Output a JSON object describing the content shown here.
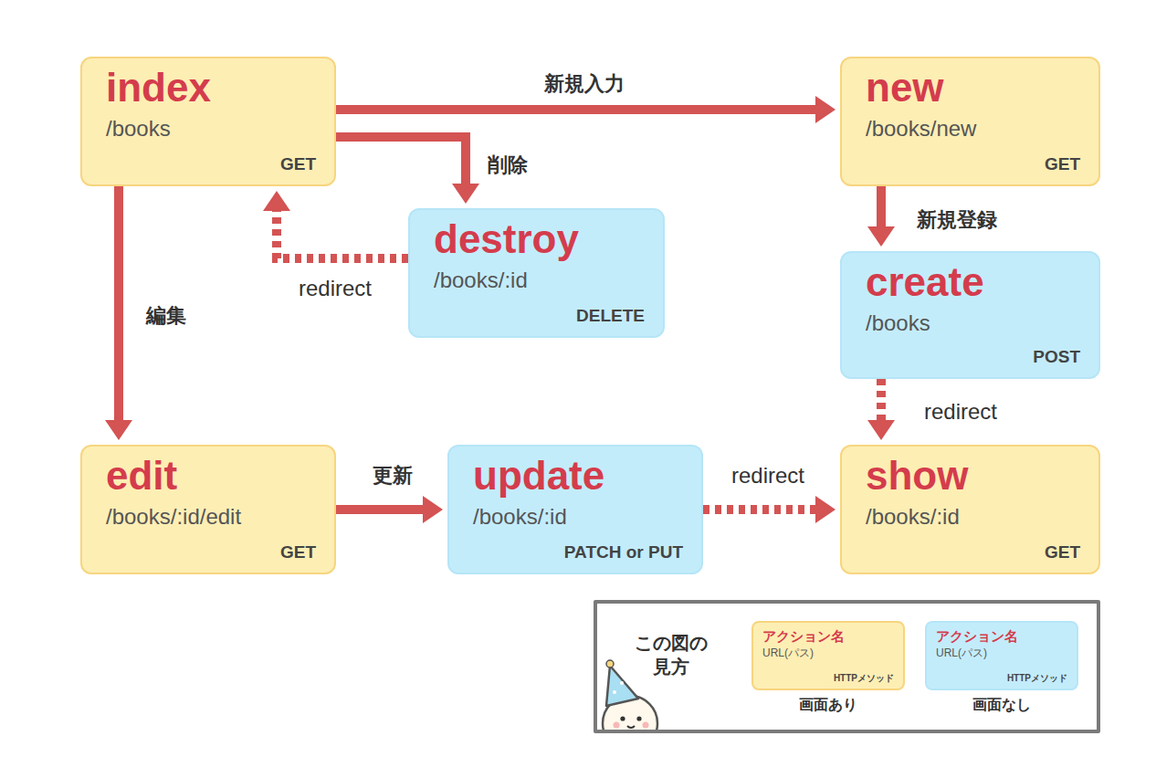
{
  "diagram": {
    "nodes": [
      {
        "text": [
          "index",
          "/books",
          "GET"
        ]
      },
      {
        "text": [
          "new",
          "/books/new",
          "GET"
        ]
      },
      {
        "text": [
          "destroy",
          "/books/:id",
          "DELETE"
        ]
      },
      {
        "text": [
          "create",
          "/books",
          "POST"
        ]
      },
      {
        "text": [
          "edit",
          "/books/:id/edit",
          "GET"
        ]
      },
      {
        "text": [
          "update",
          "/books/:id",
          "PATCH or PUT"
        ]
      },
      {
        "text": [
          "show",
          "/books/:id",
          "GET"
        ]
      },
      {
        "text": [
          "この図の 見方"
        ]
      }
    ],
    "edges": [
      {
        "from": 0,
        "to": 1,
        "arrow": "to",
        "label": "新規入力"
      },
      {
        "from": 0,
        "to": 2,
        "arrow": "to",
        "label": "削除"
      },
      {
        "from": 2,
        "to": 0,
        "arrow": "to",
        "label": "redirect"
      },
      {
        "from": 0,
        "to": 4,
        "arrow": "to",
        "label": "編集"
      },
      {
        "from": 1,
        "to": 3,
        "arrow": "to",
        "label": "新規登録"
      },
      {
        "from": 3,
        "to": 6,
        "arrow": "to",
        "label": "redirect"
      },
      {
        "from": 4,
        "to": 5,
        "arrow": "to",
        "label": "更新"
      },
      {
        "from": 5,
        "to": 6,
        "arrow": "to",
        "label": "redirect"
      }
    ],
    "labels": [
      "アクション名",
      "URL(パス)",
      "HTTPメソッド",
      "アクション名",
      "URL(パス)",
      "HTTPメソッド"
    ],
    "legend": [
      {
        "text": "画面あり",
        "color": "#fdeeb4"
      },
      {
        "text": "画面なし",
        "color": "#c3ecfb"
      }
    ]
  }
}
